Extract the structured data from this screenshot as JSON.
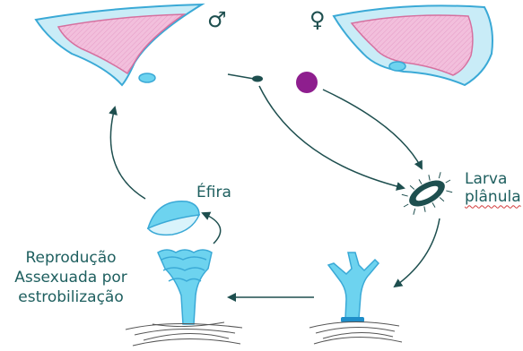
{
  "symbols": {
    "male": "♂",
    "female": "♀"
  },
  "labels": {
    "larva_line1": "Larva",
    "larva_line2": "plânula",
    "efira": "Éfira",
    "reproduction_line1": "Reprodução",
    "reproduction_line2": "Assexuada por",
    "reproduction_line3": "estrobilização"
  },
  "colors": {
    "text": "#1e5f5f",
    "arrow": "#1e4f4f",
    "medusa_bell": "#c6ecf7",
    "medusa_outline": "#3aa9d6",
    "gonad": "#f0b8d8",
    "egg": "#8e1e8e",
    "polyp": "#6dd3ef"
  }
}
